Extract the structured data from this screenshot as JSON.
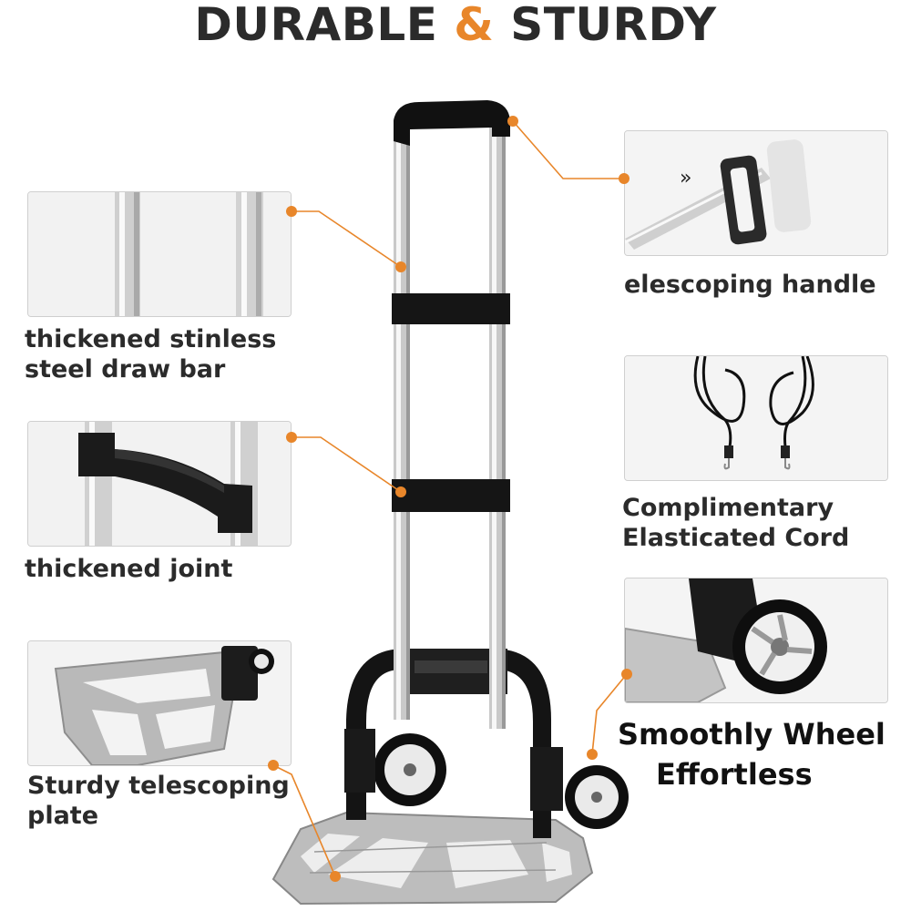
{
  "title": {
    "part1": "DURABLE ",
    "amp": "&",
    "part2": " STURDY"
  },
  "colors": {
    "accent": "#e8862a",
    "text": "#2b2b2b"
  },
  "features": {
    "draw_bar": {
      "line1": "thickened stinless",
      "line2": "steel draw bar"
    },
    "joint": {
      "line1": "thickened  joint"
    },
    "plate": {
      "line1": "Sturdy telescoping",
      "line2": "plate"
    },
    "handle": {
      "line1": "elescoping handle"
    },
    "cord": {
      "line1": "Complimentary",
      "line2": "Elasticated Cord"
    },
    "wheel": {
      "line1": "Smoothly Wheel",
      "line2": "Effortless"
    }
  }
}
